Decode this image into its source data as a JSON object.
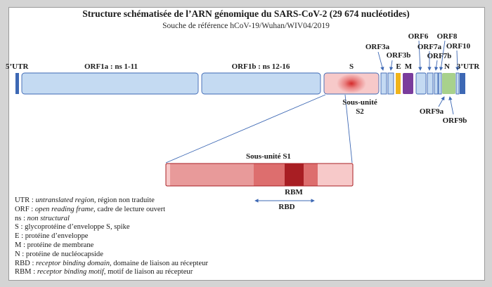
{
  "title": "Structure schématisée de l’ARN génomique du SARS-CoV-2 (29 674 nucléotides)",
  "subtitle": "Souche de référence hCoV-19/Wuhan/WIV04/2019",
  "genome": {
    "utr5": "5’UTR",
    "orf1a": "ORF1a : ns 1-11",
    "orf1b": "ORF1b : ns 12-16",
    "s": "S",
    "orf3a": "ORF3a",
    "orf3b": "ORF3b",
    "e": "E",
    "m": "M",
    "orf6": "ORF6",
    "orf7a": "ORF7a",
    "orf7b": "ORF7b",
    "orf8": "ORF8",
    "n": "N",
    "orf10": "ORF10",
    "utr3": "3’UTR",
    "orf9a": "ORF9a",
    "orf9b": "ORF9b",
    "s2_line1": "Sous-unité",
    "s2_line2": "S2"
  },
  "zoom": {
    "title": "Sous-unité S1",
    "rbm": "RBM",
    "rbd": "RBD"
  },
  "colors": {
    "light_blue": "#c4daf2",
    "dark_blue": "#3d68b4",
    "orange": "#f0b41c",
    "purple": "#7a3c9c",
    "green": "#a8d18c",
    "spike_light": "#f7c9c9",
    "s1_main": "#e89a9a",
    "s1_mid": "#dd6e6e",
    "rbm": "#a81e23"
  },
  "legend": [
    {
      "abbr": "UTR",
      "italic": "untranslated region",
      "rest": ", région non traduite"
    },
    {
      "abbr": "ORF",
      "italic": "open reading frame",
      "rest": ", cadre de lecture ouvert"
    },
    {
      "abbr": "ns",
      "italic": "non structural",
      "rest": ""
    },
    {
      "abbr": "S",
      "italic": "",
      "rest": "glycoprotéine d’enveloppe S, spike"
    },
    {
      "abbr": "E",
      "italic": "",
      "rest": "protéine d’enveloppe"
    },
    {
      "abbr": "M",
      "italic": "",
      "rest": "protéine de membrane"
    },
    {
      "abbr": "N",
      "italic": "",
      "rest": "protéine de nucléocapside"
    },
    {
      "abbr": "RBD",
      "italic": "receptor binding domain",
      "rest": ", domaine de liaison au récepteur"
    },
    {
      "abbr": "RBM",
      "italic": "receptor binding motif",
      "rest": ", motif de liaison au récepteur"
    }
  ]
}
